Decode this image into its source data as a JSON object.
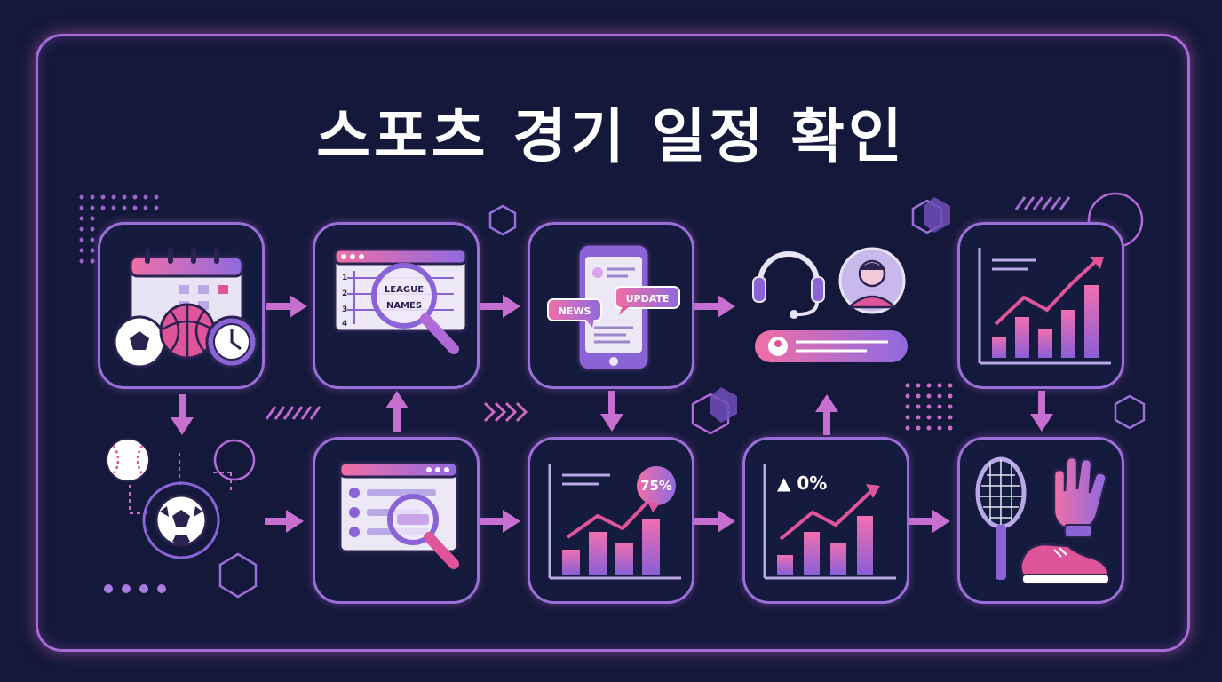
{
  "title": "스포츠 경기 일정 확인",
  "labels": {
    "league": "LEAGUE",
    "names": "NAMES",
    "news": "NEWS",
    "update": "UPDATE",
    "percent_badge": "75%",
    "up_stat": "▲ 0%",
    "row_numbers": [
      "1",
      "2",
      "3",
      "4"
    ]
  },
  "colors": {
    "background": "#14183a",
    "accent_pink": "#e0549a",
    "accent_purple": "#9a6fd8",
    "arrow": "#c66fd0"
  },
  "steps": [
    {
      "icon": "calendar-sports-icon"
    },
    {
      "icon": "league-search-icon"
    },
    {
      "icon": "phone-news-update-icon"
    },
    {
      "icon": "support-profile-icon"
    },
    {
      "icon": "rising-chart-icon"
    },
    {
      "icon": "sports-equipment-icon"
    },
    {
      "icon": "percent-up-chart-icon"
    },
    {
      "icon": "badge-chart-icon"
    },
    {
      "icon": "list-search-icon"
    },
    {
      "icon": "ball-network-icon"
    }
  ]
}
